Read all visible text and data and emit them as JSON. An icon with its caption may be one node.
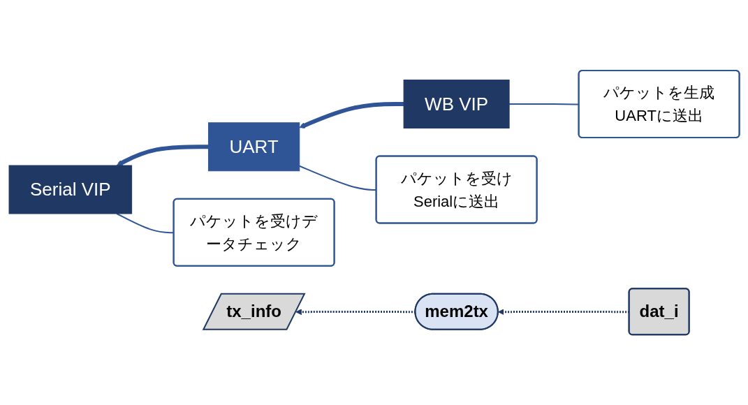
{
  "diagram": {
    "nodes": [
      {
        "text": [
          "Serial VIP"
        ]
      },
      {
        "text": [
          "UART"
        ]
      },
      {
        "text": [
          "WB VIP"
        ]
      },
      {
        "text": [
          "パケットを受けデータチェック"
        ]
      },
      {
        "text": [
          "パケットを受けSerialに送出"
        ]
      },
      {
        "text": [
          "パケットを生成UARTに送出"
        ]
      },
      {
        "text": [
          "tx_info"
        ]
      },
      {
        "text": [
          "mem2tx"
        ]
      },
      {
        "text": [
          "dat_i"
        ]
      }
    ],
    "edges": [
      {
        "from": 1,
        "to": 0,
        "arrow": "to",
        "style": "thick"
      },
      {
        "from": 2,
        "to": 1,
        "arrow": "to",
        "style": "thick"
      },
      {
        "from": 3,
        "to": 0,
        "arrow": "none"
      },
      {
        "from": 4,
        "to": 1,
        "arrow": "none"
      },
      {
        "from": 5,
        "to": 2,
        "arrow": "none"
      },
      {
        "from": 7,
        "to": 6,
        "arrow": "to",
        "style": "dashed",
        "color": "#203864"
      },
      {
        "from": 8,
        "to": 7,
        "arrow": "to",
        "style": "dashed",
        "color": "#203864"
      }
    ]
  }
}
